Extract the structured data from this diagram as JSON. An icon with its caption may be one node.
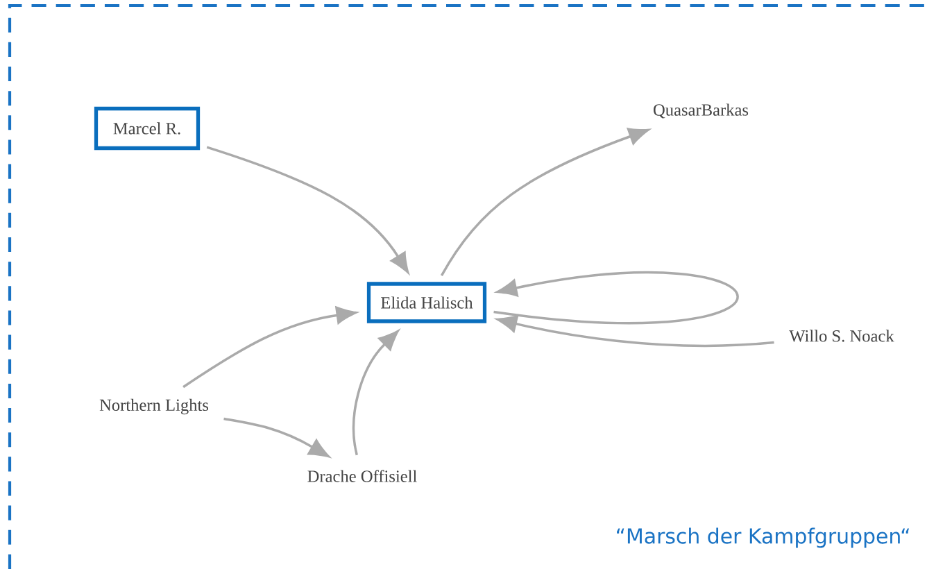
{
  "diagram": {
    "caption": "“Marsch der Kampfgruppen“",
    "nodes": [
      {
        "text": [
          "Marcel R."
        ]
      },
      {
        "text": [
          "QuasarBarkas"
        ]
      },
      {
        "text": [
          "Elida Halisch"
        ]
      },
      {
        "text": [
          "Willo S. Noack"
        ]
      },
      {
        "text": [
          "Northern Lights"
        ]
      },
      {
        "text": [
          "Drache Offisiell"
        ]
      }
    ],
    "edges": [
      {
        "from": 0,
        "to": 2,
        "arrow": "to"
      },
      {
        "from": 2,
        "to": 1,
        "arrow": "to"
      },
      {
        "from": 2,
        "to": 2,
        "arrow": "to"
      },
      {
        "from": 3,
        "to": 2,
        "arrow": "to"
      },
      {
        "from": 4,
        "to": 2,
        "arrow": "to"
      },
      {
        "from": 4,
        "to": 5,
        "arrow": "to"
      },
      {
        "from": 5,
        "to": 2,
        "arrow": "to"
      }
    ]
  }
}
